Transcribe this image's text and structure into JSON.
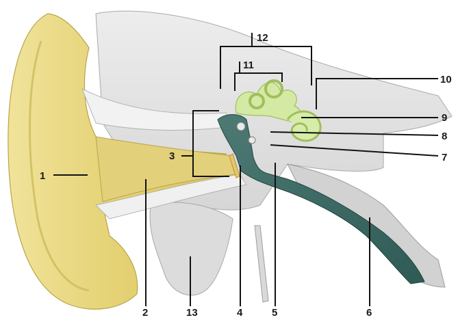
{
  "figure": {
    "labels": {
      "l1": "1",
      "l2": "2",
      "l3": "3",
      "l4": "4",
      "l5": "5",
      "l6": "6",
      "l7": "7",
      "l8": "8",
      "l9": "9",
      "l10": "10",
      "l11": "11",
      "l12": "12",
      "l13": "13"
    }
  },
  "colors": {
    "auricle": "#e6d67a",
    "bone": "#e4e4e4",
    "tissue": "#cfcfcf",
    "middle_ear": "#3f6b66",
    "inner_ear": "#cfe59a",
    "leader": "#111111"
  }
}
